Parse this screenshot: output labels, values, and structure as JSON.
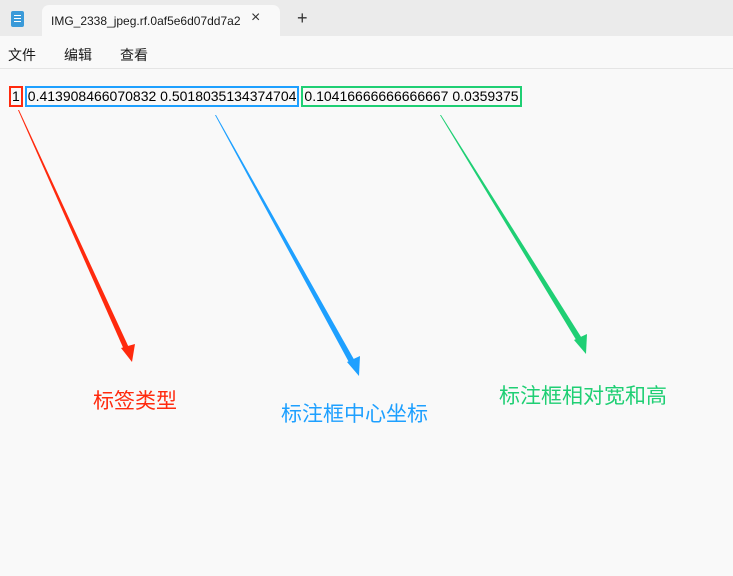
{
  "window": {
    "tab_title": "IMG_2338_jpeg.rf.0af5e6d07dd7a2",
    "close_icon": "×",
    "new_tab_icon": "+"
  },
  "menu": [
    "文件",
    "编辑",
    "查看"
  ],
  "content": {
    "class_id": "1",
    "center": "0.413908466070832 0.5018035134374704",
    "size": "0.10416666666666667 0.0359375"
  },
  "annotations": {
    "class_label": "标签类型",
    "center_label": "标注框中心坐标",
    "size_label": "标注框相对宽和高"
  },
  "colors": {
    "red": "#ff2a0e",
    "blue": "#1ea0ff",
    "green": "#1fcf74"
  }
}
